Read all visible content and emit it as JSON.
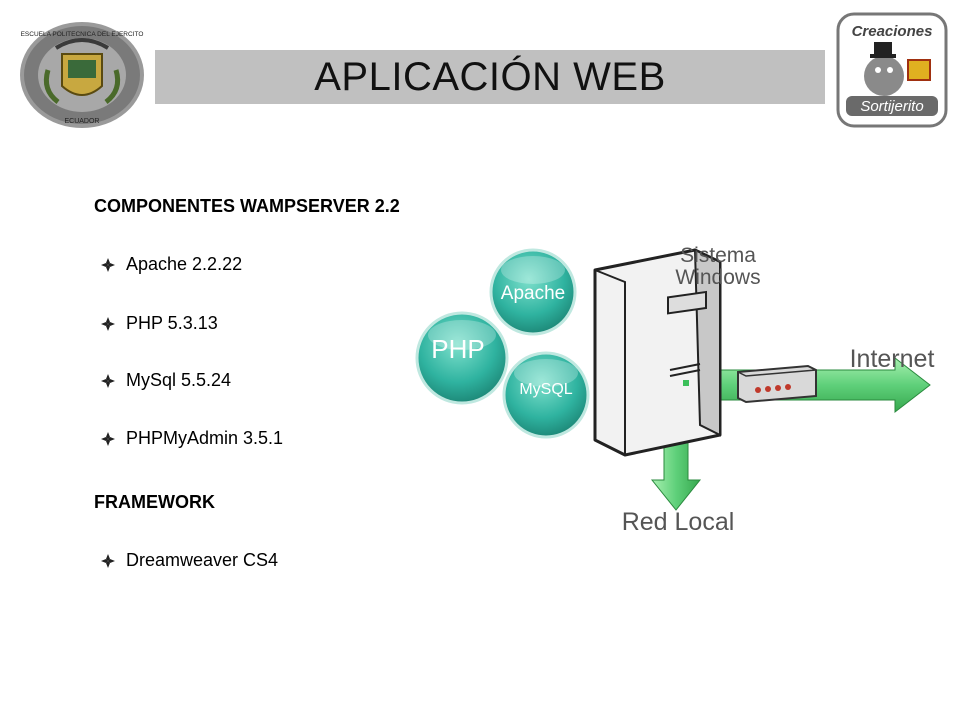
{
  "slide": {
    "title": "APLICACIÓN WEB"
  },
  "left_logo": {
    "ring_text_top": "ESCUELA POLITECNICA DEL EJERCITO",
    "ring_text_bottom": "ECUADOR"
  },
  "right_logo": {
    "text_top": "Creaciones",
    "text_bottom": "Sortijerito"
  },
  "content": {
    "components_heading": "COMPONENTES WAMPSERVER  2.2",
    "components": [
      "Apache  2.2.22",
      "PHP 5.3.13",
      "MySql 5.5.24",
      "PHPMyAdmin  3.5.1"
    ],
    "framework_heading": "FRAMEWORK",
    "framework_items": [
      "Dreamweaver CS4"
    ]
  },
  "diagram": {
    "bubble_apache": "Apache",
    "bubble_php": "PHP",
    "bubble_mysql": "MySQL",
    "os_label_line1": "Sistema",
    "os_label_line2": "Windows",
    "internet_label": "Internet",
    "lan_label": "Red Local"
  },
  "colors": {
    "title_bar": "#c0c0c0",
    "bubble": "#2fb3a0",
    "arrow": "#5fd07a",
    "label_gray": "#555555"
  }
}
